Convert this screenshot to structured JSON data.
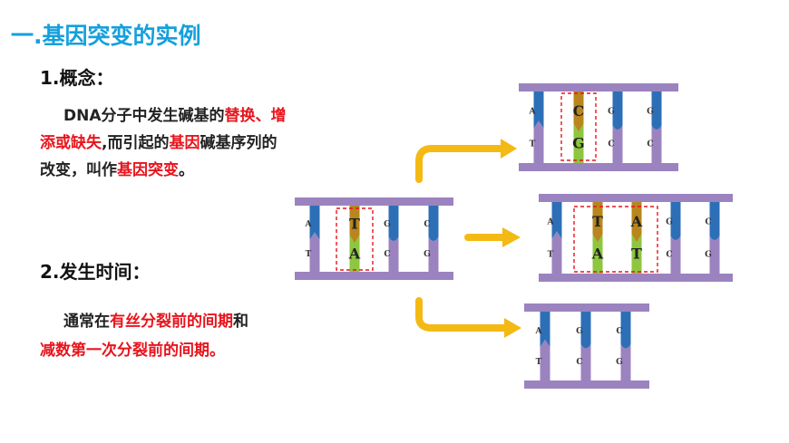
{
  "title": "一.基因突变的实例",
  "concept": {
    "heading": "1.概念：",
    "line1_a": "DNA分子中发生碱基的",
    "line1_b": "替换、增",
    "line2_a": "添或缺失",
    "line2_b": ",而引起的",
    "line2_c": "基因",
    "line2_d": "碱基序列的",
    "line3_a": "改变，叫作",
    "line3_b": "基因突变",
    "line3_c": "。"
  },
  "time": {
    "heading": "2.发生时间：",
    "line1_a": "通常在",
    "line1_b": "有丝分裂前的间期",
    "line1_c": "和",
    "line2": "减数第一次分裂前的间期。"
  },
  "colors": {
    "title": "#15a0dc",
    "emphasis": "#e8141c",
    "backbone": "#9b83bf",
    "base_blue": "#2d6fb7",
    "base_gold": "#b8861c",
    "base_green": "#8dc63f",
    "arrow": "#f5b914",
    "highlight_box": "#e8141c"
  },
  "dna": {
    "original": {
      "top": [
        "A",
        "T",
        "G",
        "C"
      ],
      "bottom": [
        "T",
        "A",
        "C",
        "G"
      ]
    },
    "substitution": {
      "top": [
        "A",
        "C",
        "G",
        "G"
      ],
      "bottom": [
        "T",
        "G",
        "C",
        "C"
      ]
    },
    "addition": {
      "top": [
        "A",
        "T",
        "A",
        "G",
        "C"
      ],
      "bottom": [
        "T",
        "A",
        "T",
        "C",
        "G"
      ]
    },
    "deletion": {
      "top": [
        "A",
        "G",
        "C"
      ],
      "bottom": [
        "T",
        "C",
        "G"
      ]
    }
  }
}
